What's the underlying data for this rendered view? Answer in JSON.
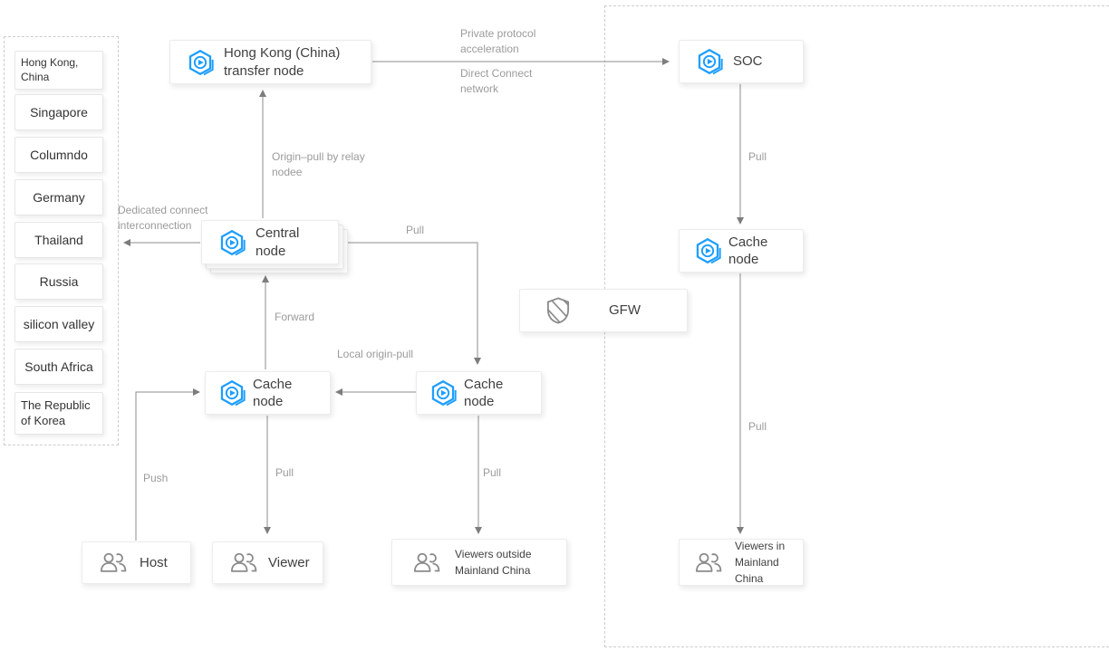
{
  "palette": {
    "accent_blue": "#1e9eff",
    "icon_gray": "#8a8a8a",
    "arrow": "#8c8c8c",
    "label_gray": "#9b9b9b",
    "node_text": "#404040",
    "dashed_border": "#cdcdcd"
  },
  "regions": {
    "items": [
      "Hong Kong, China",
      "Singapore",
      "Columndo",
      "Germany",
      "Thailand",
      "Russia",
      "silicon valley",
      "South Africa",
      "The Republic of Korea"
    ]
  },
  "nodes": {
    "transfer": {
      "label": "Hong Kong (China) transfer node",
      "icon": "hexagon-node-icon"
    },
    "soc": {
      "label": "SOC",
      "icon": "hexagon-node-icon"
    },
    "central": {
      "label": "Central node",
      "icon": "hexagon-node-icon"
    },
    "gfw": {
      "label": "GFW",
      "icon": "shield-icon"
    },
    "cache_mid_left": {
      "label": "Cache node",
      "icon": "hexagon-node-icon"
    },
    "cache_mid_right": {
      "label": "Cache node",
      "icon": "hexagon-node-icon"
    },
    "cache_china": {
      "label": "Cache node",
      "icon": "hexagon-node-icon"
    },
    "host": {
      "label": "Host",
      "icon": "users-icon"
    },
    "viewer": {
      "label": "Viewer",
      "icon": "users-icon"
    },
    "viewers_outside": {
      "label": "Viewers outside Mainland China",
      "icon": "users-icon"
    },
    "viewers_inside": {
      "label": "Viewers in Mainland China",
      "icon": "users-icon"
    }
  },
  "edges": {
    "private_protocol": {
      "label": "Private protocol acceleration"
    },
    "direct_connect": {
      "label": "Direct Connect network"
    },
    "origin_pull_relay": {
      "label": "Origin–pull by relay nodee"
    },
    "dedicated_connect": {
      "label": "Dedicated connect interconnection"
    },
    "pull_soc_cache": {
      "label": "Pull"
    },
    "pull_cache_viewers_cn": {
      "label": "Pull"
    },
    "pull_central_cache": {
      "label": "Pull"
    },
    "forward": {
      "label": "Forward"
    },
    "local_origin_pull": {
      "label": "Local origin-pull"
    },
    "push": {
      "label": "Push"
    },
    "pull_cache_viewer": {
      "label": "Pull"
    },
    "pull_cache_outside": {
      "label": "Pull"
    }
  }
}
